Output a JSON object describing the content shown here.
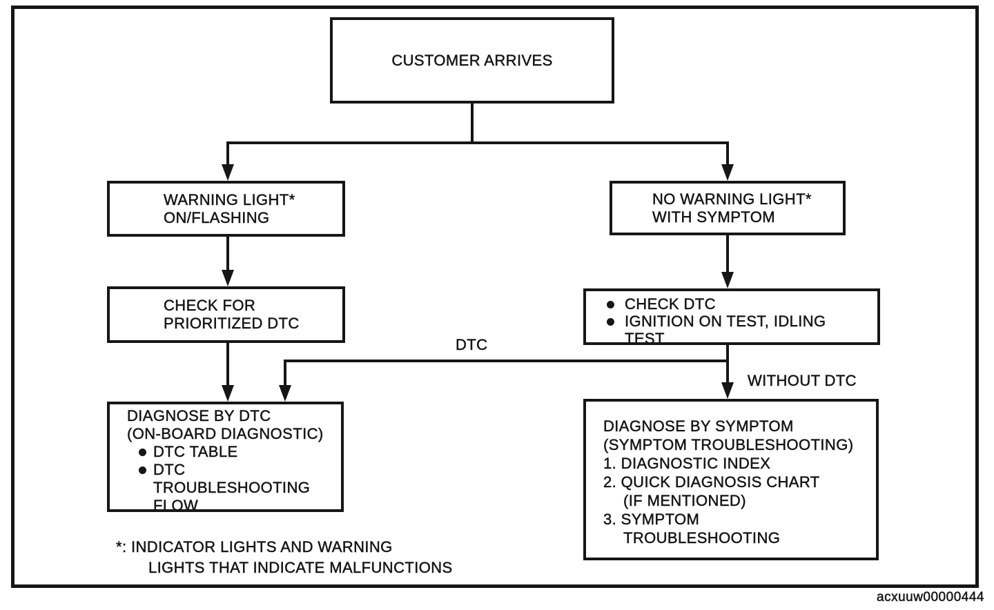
{
  "figure": {
    "code": "acxuuw00000444"
  },
  "flowchart": {
    "nodes": {
      "customer_arrives": {
        "label": "CUSTOMER ARRIVES"
      },
      "warning_light": {
        "lines": [
          "WARNING LIGHT*",
          "ON/FLASHING"
        ]
      },
      "no_warning_light": {
        "lines": [
          "NO WARNING LIGHT*",
          "WITH SYMPTOM"
        ]
      },
      "check_prioritized_dtc": {
        "lines": [
          "CHECK FOR",
          "PRIORITIZED DTC"
        ]
      },
      "check_dtc": {
        "bullets": [
          {
            "lines": [
              "CHECK DTC"
            ]
          },
          {
            "lines": [
              "IGNITION ON TEST, IDLING",
              "TEST"
            ]
          }
        ]
      },
      "diagnose_by_dtc": {
        "title_lines": [
          "DIAGNOSE BY DTC",
          "(ON-BOARD DIAGNOSTIC)"
        ],
        "bullets": [
          {
            "lines": [
              "DTC TABLE"
            ]
          },
          {
            "lines": [
              "DTC",
              "TROUBLESHOOTING",
              "FLOW"
            ]
          }
        ]
      },
      "diagnose_by_symptom": {
        "title_lines": [
          "DIAGNOSE BY SYMPTOM",
          "(SYMPTOM TROUBLESHOOTING)"
        ],
        "items": [
          {
            "lines": [
              "1. DIAGNOSTIC INDEX"
            ]
          },
          {
            "lines": [
              "2. QUICK DIAGNOSIS CHART",
              "(IF MENTIONED)"
            ]
          },
          {
            "lines": [
              "3. SYMPTOM",
              "TROUBLESHOOTING"
            ]
          }
        ]
      }
    },
    "edge_labels": {
      "dtc": "DTC",
      "without_dtc": "WITHOUT DTC"
    },
    "footnote": {
      "lines": [
        "*: INDICATOR LIGHTS AND WARNING",
        "LIGHTS THAT INDICATE MALFUNCTIONS"
      ]
    }
  },
  "colors": {
    "ink": "#161616",
    "paper": "#ffffff"
  }
}
